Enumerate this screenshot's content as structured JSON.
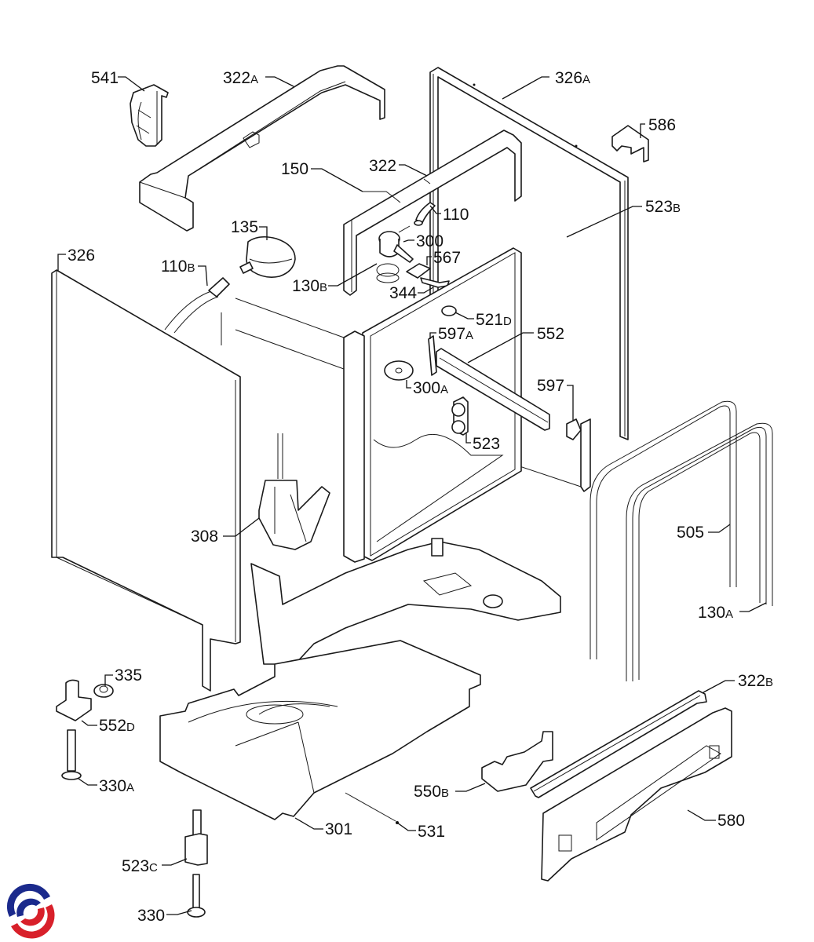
{
  "diagram": {
    "type": "exploded-parts-diagram",
    "subject": "Dishwasher cabinet / frame assembly",
    "brand_colors": {
      "logo_blue": "#1b2a8c",
      "logo_red": "#d8202a",
      "line": "#1a1a1a",
      "background": "#ffffff"
    }
  },
  "parts": [
    {
      "id": "541",
      "number": "541",
      "suffix": ""
    },
    {
      "id": "322A",
      "number": "322",
      "suffix": "A"
    },
    {
      "id": "326A",
      "number": "326",
      "suffix": "A"
    },
    {
      "id": "586",
      "number": "586",
      "suffix": ""
    },
    {
      "id": "150",
      "number": "150",
      "suffix": ""
    },
    {
      "id": "322",
      "number": "322",
      "suffix": ""
    },
    {
      "id": "110",
      "number": "110",
      "suffix": ""
    },
    {
      "id": "523B",
      "number": "523",
      "suffix": "B"
    },
    {
      "id": "135",
      "number": "135",
      "suffix": ""
    },
    {
      "id": "300",
      "number": "300",
      "suffix": ""
    },
    {
      "id": "326",
      "number": "326",
      "suffix": ""
    },
    {
      "id": "110B",
      "number": "110",
      "suffix": "B"
    },
    {
      "id": "567",
      "number": "567",
      "suffix": ""
    },
    {
      "id": "130B",
      "number": "130",
      "suffix": "B"
    },
    {
      "id": "344",
      "number": "344",
      "suffix": ""
    },
    {
      "id": "521D",
      "number": "521",
      "suffix": "D"
    },
    {
      "id": "597A",
      "number": "597",
      "suffix": "A"
    },
    {
      "id": "552",
      "number": "552",
      "suffix": ""
    },
    {
      "id": "300A",
      "number": "300",
      "suffix": "A"
    },
    {
      "id": "597",
      "number": "597",
      "suffix": ""
    },
    {
      "id": "523",
      "number": "523",
      "suffix": ""
    },
    {
      "id": "308",
      "number": "308",
      "suffix": ""
    },
    {
      "id": "505",
      "number": "505",
      "suffix": ""
    },
    {
      "id": "130A",
      "number": "130",
      "suffix": "A"
    },
    {
      "id": "335",
      "number": "335",
      "suffix": ""
    },
    {
      "id": "322B",
      "number": "322",
      "suffix": "B"
    },
    {
      "id": "552D",
      "number": "552",
      "suffix": "D"
    },
    {
      "id": "330A",
      "number": "330",
      "suffix": "A"
    },
    {
      "id": "550B",
      "number": "550",
      "suffix": "B"
    },
    {
      "id": "580",
      "number": "580",
      "suffix": ""
    },
    {
      "id": "301",
      "number": "301",
      "suffix": ""
    },
    {
      "id": "531",
      "number": "531",
      "suffix": ""
    },
    {
      "id": "523C",
      "number": "523",
      "suffix": "C"
    },
    {
      "id": "330",
      "number": "330",
      "suffix": ""
    }
  ]
}
